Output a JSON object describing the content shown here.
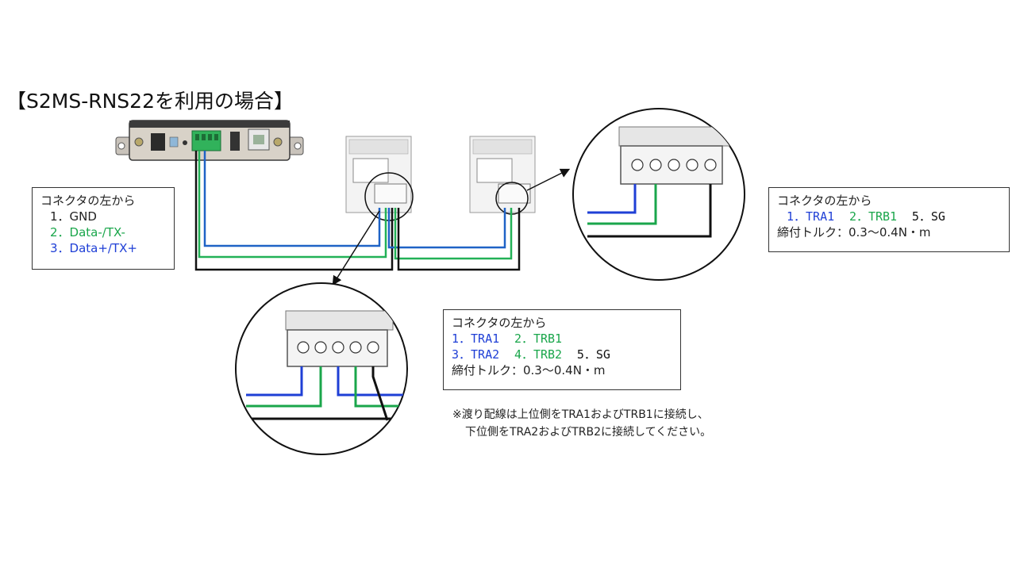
{
  "title": "【S2MS-RNS22を利用の場合】",
  "colors": {
    "blue": "#1f3fd6",
    "green": "#1aa64b",
    "black": "#111111",
    "blue_wire": "#1f63c6",
    "green_wire": "#22b157"
  },
  "gateway_box": {
    "heading": "コネクタの左から",
    "lines": [
      {
        "text": "1．GND",
        "color": "#111111"
      },
      {
        "text": "2．Data-/TX-",
        "color": "#1aa64b"
      },
      {
        "text": "3．Data+/TX+",
        "color": "#1f3fd6"
      }
    ]
  },
  "meter_end_box": {
    "heading": "コネクタの左から",
    "items": [
      {
        "text": "1．TRA1",
        "color": "#1f3fd6"
      },
      {
        "text": "2．TRB1",
        "color": "#1aa64b"
      },
      {
        "text": "5．SG",
        "color": "#111111"
      }
    ],
    "torque": "締付トルク：0.3～0.4N・m"
  },
  "meter_mid_box": {
    "heading": "コネクタの左から",
    "row1": [
      {
        "text": "1．TRA1",
        "color": "#1f3fd6"
      },
      {
        "text": "2．TRB1",
        "color": "#1aa64b"
      }
    ],
    "row2": [
      {
        "text": "3．TRA2",
        "color": "#1f3fd6"
      },
      {
        "text": "4．TRB2",
        "color": "#1aa64b"
      },
      {
        "text": "5．SG",
        "color": "#111111"
      }
    ],
    "torque": "締付トルク：0.3～0.4N・m"
  },
  "note": {
    "line1": "※渡り配線は上位側をTRA1およびTRB1に接続し、",
    "line2": "下位側をTRA2およびTRB2に接続してください。"
  }
}
